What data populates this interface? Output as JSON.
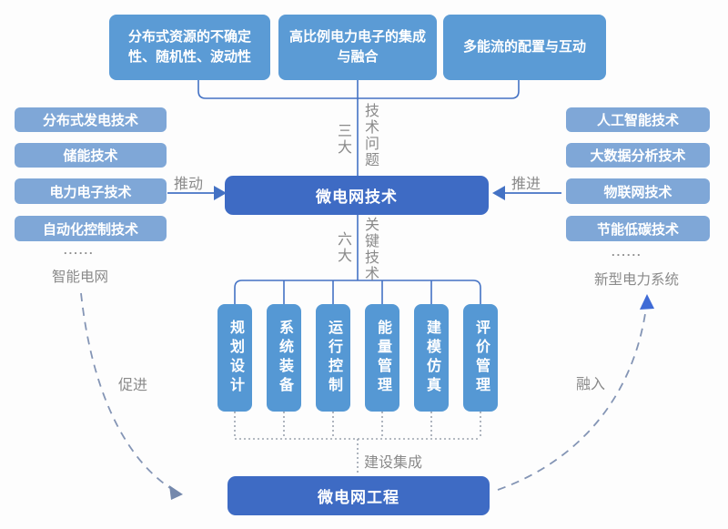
{
  "top_issues": {
    "count_label": "三大",
    "category_label": "技术问题",
    "items": [
      {
        "label": "分布式资源的不确定性、随机性、波动性"
      },
      {
        "label": "高比例电力电子的集成与融合"
      },
      {
        "label": "多能流的配置与互动"
      }
    ]
  },
  "left_panel": {
    "items": [
      "分布式发电技术",
      "储能技术",
      "电力电子技术",
      "自动化控制技术"
    ],
    "ellipsis": "......",
    "domain_label": "智能电网",
    "arrow_label": "推动",
    "curve_label": "促进"
  },
  "right_panel": {
    "items": [
      "人工智能技术",
      "大数据分析技术",
      "物联网技术",
      "节能低碳技术"
    ],
    "ellipsis": "......",
    "domain_label": "新型电力系统",
    "arrow_label": "推进",
    "curve_label": "融入"
  },
  "center": {
    "title": "微电网技术",
    "count_label": "六大",
    "category_label": "关键技术"
  },
  "key_areas": {
    "items": [
      "规划设计",
      "系统装备",
      "运行控制",
      "能量管理",
      "建模仿真",
      "评价管理"
    ]
  },
  "bottom": {
    "title": "微电网工程",
    "build_label": "建设集成"
  },
  "colors": {
    "top_box": "#5b9bd5",
    "side_box": "#7fa7d7",
    "vertical_box": "#5598d4",
    "dark_box": "#3e6bc4",
    "connector_line": "#4472c4",
    "dashed_curve": "#8495b5",
    "accent_arrowhead": "#3f6bd6",
    "dotted_line": "#9ba3af",
    "gray_text": "#8a8a8a"
  }
}
